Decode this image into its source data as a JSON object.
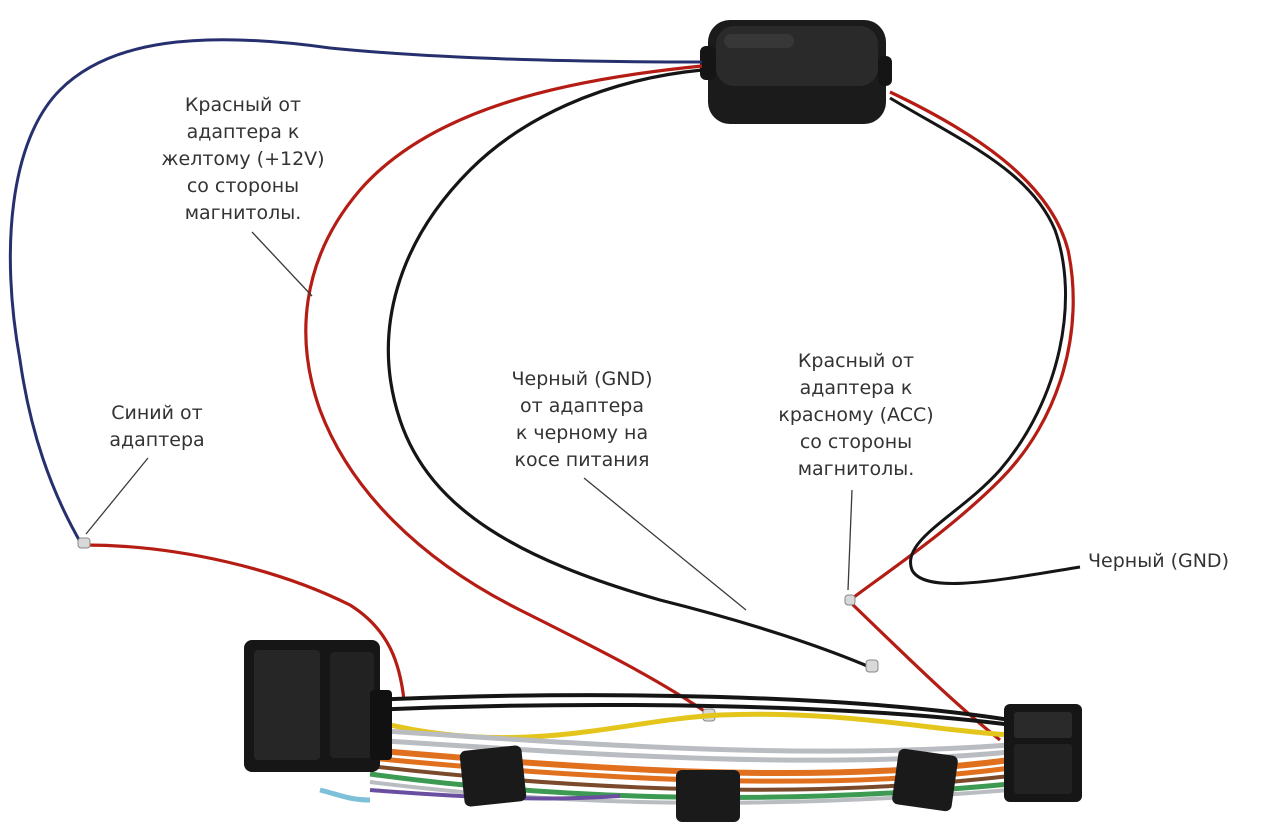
{
  "annotations": {
    "red_12v": {
      "lines": [
        "Красный от",
        "адаптера к",
        "желтому (+12V)",
        "со стороны",
        "магнитолы."
      ]
    },
    "blue": {
      "lines": [
        "Синий от",
        "адаптера"
      ]
    },
    "black_gnd_harness": {
      "lines": [
        "Черный (GND)",
        "от адаптера",
        "к черному на",
        "косе питания"
      ]
    },
    "red_acc": {
      "lines": [
        "Красный от",
        "адаптера к",
        "красному (ACC)",
        "со стороны",
        "магнитолы."
      ]
    },
    "black_gnd": {
      "lines": [
        "Черный (GND)"
      ]
    }
  },
  "colors": {
    "blue_wire": "#27306e",
    "red_wire": "#b51d14",
    "black_wire": "#151515",
    "yellow_wire": "#e4c51c",
    "orange_wire": "#e0701e",
    "green_wire": "#3d9a52",
    "gray_wire": "#b9bcc0",
    "brown_wire": "#7a4a2a",
    "connector": "#161616",
    "box": "#1b1b1b"
  }
}
